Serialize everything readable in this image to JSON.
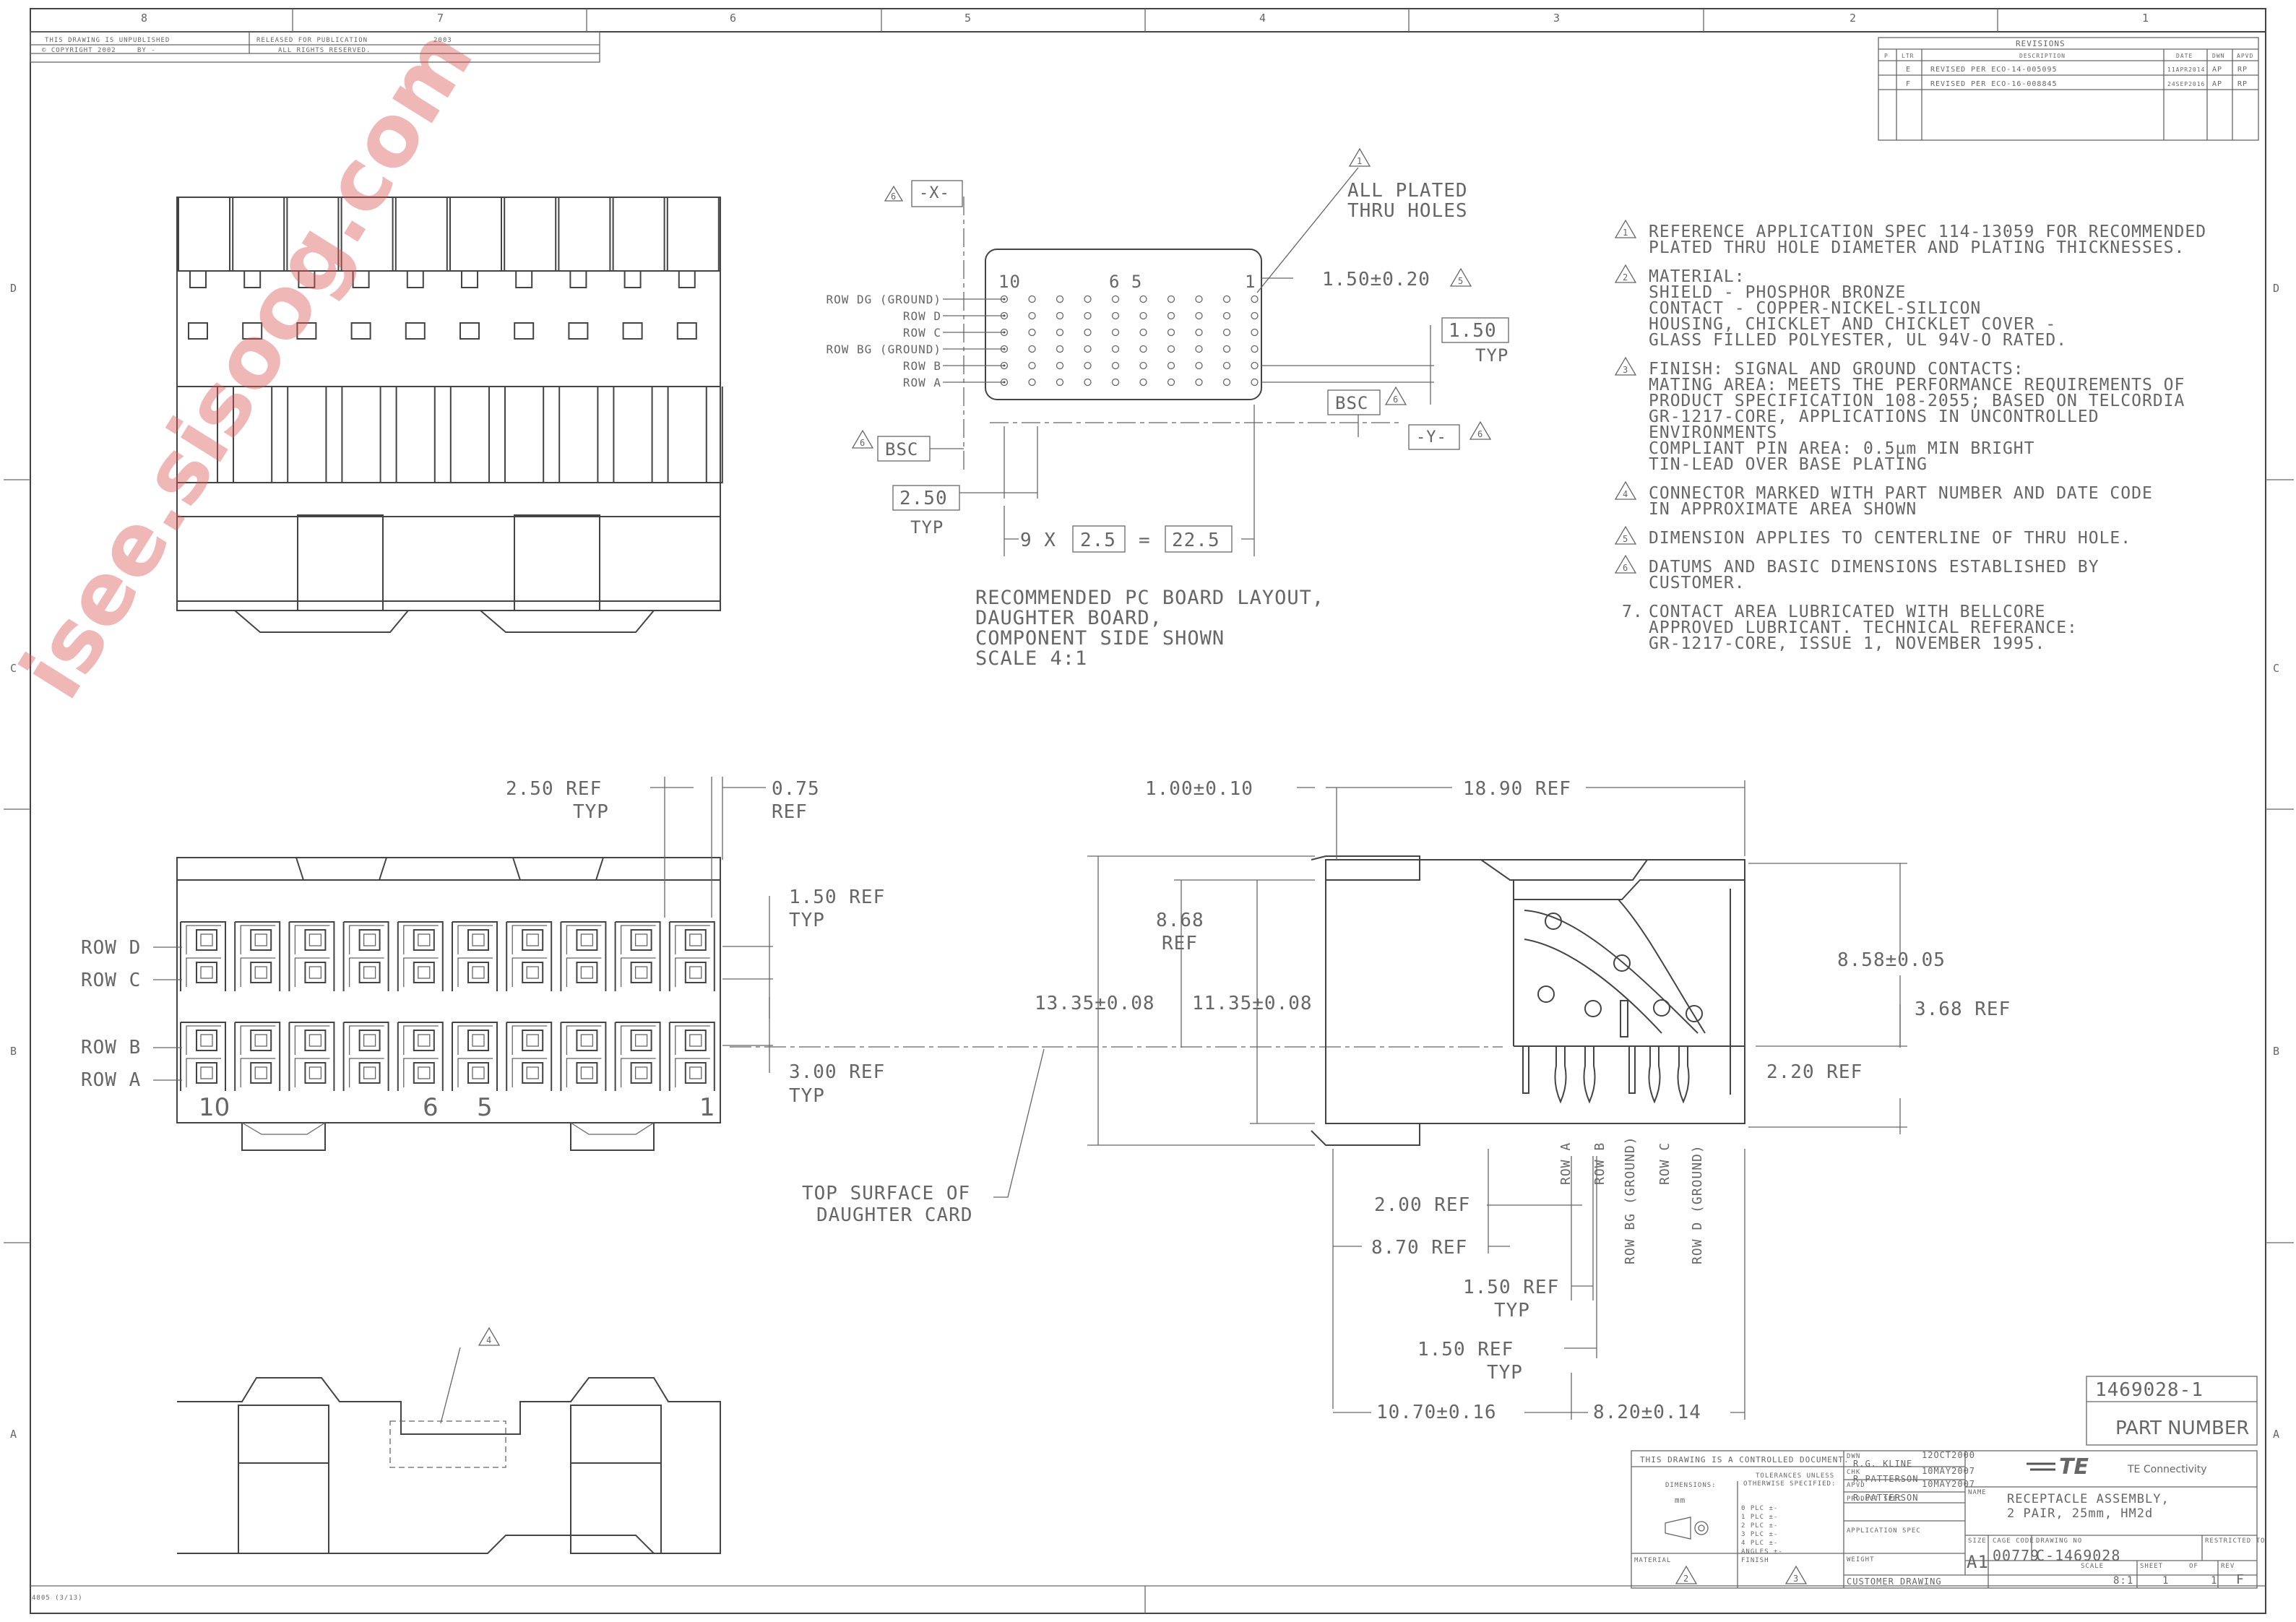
{
  "zones": {
    "top": [
      "8",
      "7",
      "6",
      "5",
      "4",
      "3",
      "2",
      "1"
    ],
    "side": [
      "D",
      "C",
      "B",
      "A"
    ]
  },
  "header": {
    "unpublished": "THIS DRAWING IS UNPUBLISHED",
    "released": "RELEASED FOR PUBLICATION",
    "year": "2003",
    "copyright": "© COPYRIGHT 2002",
    "by": "BY -",
    "rights": "ALL RIGHTS RESERVED."
  },
  "revisions": {
    "title": "REVISIONS",
    "headers": [
      "P",
      "LTR",
      "DESCRIPTION",
      "DATE",
      "DWN",
      "APVD"
    ],
    "rows": [
      {
        "p": "",
        "ltr": "E",
        "desc": "REVISED PER ECO-14-005095",
        "date": "11APR2014",
        "dwn": "AP",
        "apvd": "RP"
      },
      {
        "p": "",
        "ltr": "F",
        "desc": "REVISED PER ECO-16-008845",
        "date": "24SEP2016",
        "dwn": "AP",
        "apvd": "RP"
      }
    ]
  },
  "watermark": "isee.sisoog.com",
  "pcb": {
    "x_datum": "-X-",
    "y_datum": "-Y-",
    "col_labels": [
      "10",
      "6 5",
      "1"
    ],
    "rows": [
      "ROW DG (GROUND)",
      "ROW D",
      "ROW C",
      "ROW BG (GROUND)",
      "ROW B",
      "ROW A"
    ],
    "plated_title": [
      "ALL PLATED",
      "THRU HOLES"
    ],
    "dim_150_020": "1.50±0.20",
    "dim_150": "1.50",
    "typ": "TYP",
    "bsc": "BSC",
    "dim_250": "2.50",
    "pitch_count": "9 X",
    "pitch": "2.5",
    "eq": "=",
    "total": "22.5",
    "flag_6": "6",
    "flag_5": "5",
    "flag_1": "1",
    "caption": [
      "RECOMMENDED PC BOARD LAYOUT,",
      "DAUGHTER BOARD,",
      "COMPONENT SIDE SHOWN",
      "SCALE  4:1"
    ]
  },
  "notes": [
    {
      "n": "1",
      "lines": [
        "REFERENCE APPLICATION SPEC 114-13059 FOR RECOMMENDED",
        "PLATED THRU HOLE DIAMETER AND PLATING THICKNESSES."
      ]
    },
    {
      "n": "2",
      "lines": [
        "MATERIAL:",
        "  SHIELD - PHOSPHOR BRONZE",
        "  CONTACT - COPPER-NICKEL-SILICON",
        "  HOUSING, CHICKLET AND CHICKLET COVER -",
        "    GLASS FILLED POLYESTER, UL 94V-O RATED."
      ]
    },
    {
      "n": "3",
      "lines": [
        "FINISH: SIGNAL AND GROUND CONTACTS:",
        " MATING AREA: MEETS THE PERFORMANCE REQUIREMENTS OF",
        "  PRODUCT SPECIFICATION 108-2055; BASED ON TELCORDIA",
        "  GR-1217-CORE, APPLICATIONS IN UNCONTROLLED",
        "  ENVIRONMENTS",
        " COMPLIANT PIN AREA: 0.5μm MIN BRIGHT",
        "  TIN-LEAD OVER BASE PLATING"
      ]
    },
    {
      "n": "4",
      "lines": [
        "CONNECTOR MARKED WITH PART NUMBER AND DATE CODE",
        " IN APPROXIMATE AREA SHOWN"
      ]
    },
    {
      "n": "5",
      "lines": [
        "DIMENSION APPLIES TO CENTERLINE OF THRU HOLE."
      ]
    },
    {
      "n": "6",
      "lines": [
        "DATUMS AND BASIC DIMENSIONS ESTABLISHED BY",
        "CUSTOMER."
      ]
    },
    {
      "n": "7.",
      "lines": [
        "CONTACT AREA LUBRICATED WITH BELLCORE",
        "APPROVED LUBRICANT. TECHNICAL REFERANCE:",
        "GR-1217-CORE, ISSUE 1, NOVEMBER 1995."
      ]
    }
  ],
  "front": {
    "rows": [
      "ROW D",
      "ROW C",
      "ROW B",
      "ROW A"
    ],
    "dim_250_ref": "2.50 REF",
    "typ": "TYP",
    "dim_075": "0.75",
    "ref": "REF",
    "dim_150_ref": "1.50 REF",
    "dim_300_ref": "3.00 REF",
    "col_10": "10",
    "col_6": "6",
    "col_5": "5",
    "col_1": "1",
    "top_surface": [
      "TOP SURFACE OF",
      "DAUGHTER CARD"
    ]
  },
  "side": {
    "dim_100_010": "1.00±0.10",
    "dim_1890_ref": "18.90 REF",
    "dim_868": "8.68",
    "ref": "REF",
    "dim_1335": "13.35±0.08",
    "dim_1135": "11.35±0.08",
    "dim_858": "8.58±0.05",
    "dim_368": "3.68 REF",
    "dim_220": "2.20 REF",
    "rows": [
      "ROW A",
      "ROW B",
      "ROW BG (GROUND)",
      "ROW C",
      "ROW D (GROUND)"
    ],
    "dim_200_ref": "2.00 REF",
    "dim_870_ref": "8.70 REF",
    "dim_150_ref": "1.50 REF",
    "typ": "TYP",
    "dim_1070": "10.70±0.16",
    "dim_820": "8.20±0.14"
  },
  "bottom": {
    "flag": "4"
  },
  "part": {
    "number": "1469028-1",
    "label": "PART NUMBER"
  },
  "title_block": {
    "controlled": "THIS DRAWING IS A CONTROLLED DOCUMENT.",
    "dimensions": "DIMENSIONS:",
    "mm": "mm",
    "tolerances": [
      "TOLERANCES UNLESS",
      "OTHERWISE SPECIFIED:"
    ],
    "tol_rows": [
      "0 PLC    ±-",
      "1 PLC    ±-",
      "2 PLC    ±-",
      "3 PLC    ±-",
      "4 PLC    ±-",
      "ANGLES     ±-"
    ],
    "material": "MATERIAL",
    "finish": "FINISH",
    "dwn_label": "DWN",
    "dwn_date": "12OCT2000",
    "dwn_name": "R.G. KLINE",
    "chk_label": "CHK",
    "chk_date": "10MAY2007",
    "chk_name": "R.PATTERSON",
    "apvd_label": "APVD",
    "apvd_date": "10MAY2007",
    "apvd_name": "R.PATTERSON",
    "product_spec": "PRODUCT SPEC",
    "app_spec": "APPLICATION SPEC",
    "weight": "WEIGHT",
    "customer": "CUSTOMER DRAWING",
    "brand": "TE",
    "brand_full": "TE Connectivity",
    "name_label": "NAME",
    "title": [
      "RECEPTACLE ASSEMBLY,",
      "2 PAIR, 25mm, HM2d"
    ],
    "size_label": "SIZE",
    "size": "A1",
    "cage_label": "CAGE CODE",
    "cage": "00779",
    "dwgno_label": "DRAWING NO",
    "dwgno": "C-1469028",
    "restricted": "RESTRICTED TO",
    "scale_label": "SCALE",
    "scale": "8:1",
    "sheet_label": "SHEET",
    "sheet": "1",
    "of": "OF",
    "of_n": "1",
    "rev_label": "REV",
    "rev": "F",
    "mat_flag": "2",
    "fin_flag": "3"
  },
  "form_no": "4805 (3/13)"
}
